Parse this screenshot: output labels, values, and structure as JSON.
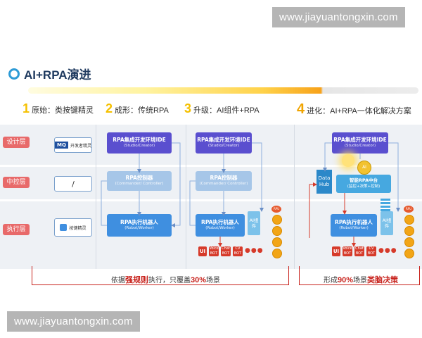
{
  "watermark": {
    "top": "www.jiayuantongxin.com",
    "bottom": "www.jiayuantongxin.com"
  },
  "title": "AI+RPA演进",
  "steps": [
    {
      "num": "1",
      "text": "原始：类按键精灵"
    },
    {
      "num": "2",
      "text": "成形：传统RPA"
    },
    {
      "num": "3",
      "text": "升级：AI组件+RPA"
    },
    {
      "num": "4",
      "text": "进化：AI+RPA一体化解决方案"
    }
  ],
  "layers": {
    "design": "设计层",
    "control": "中控层",
    "exec": "执行层"
  },
  "stage1": {
    "mq_label": "MQ",
    "mq_sub": "开发者精灵",
    "slash": "/",
    "tool_label": "按键精灵"
  },
  "ide": {
    "title": "RPA集成开发环境IDE",
    "sub": "(Studio/Creator)"
  },
  "controller": {
    "title": "RPA控制器",
    "sub": "(Commander/ Controller)"
  },
  "executor": {
    "title": "RPA执行机器人",
    "sub": "(Robot/Worker)"
  },
  "ai_component": "AI组件",
  "ai_chip": "AI",
  "rpu": "RPU",
  "components": {
    "ui": "UI",
    "voice": "Voice BOT",
    "chat": "Chat BOT",
    "cv": "CV BOT",
    "more": "●●●"
  },
  "hub": "Data Hub",
  "smart_center": {
    "title": "智能RPA中台",
    "sub": "(监控+决策+控制)"
  },
  "footer_left": {
    "pre": "依据",
    "hl1": "强规则",
    "mid": "执行，只覆盖",
    "hl2": "30%",
    "post": "场景"
  },
  "footer_right": {
    "pre": "形成",
    "hl1": "90%",
    "mid": "场景",
    "hl2": "类脑决策"
  },
  "colors": {
    "accent_red": "#c8231d",
    "ide": "#5a4fcf",
    "executor": "#3f8fe0",
    "controller": "#a6c6e8",
    "progress": "#f7a21a"
  }
}
